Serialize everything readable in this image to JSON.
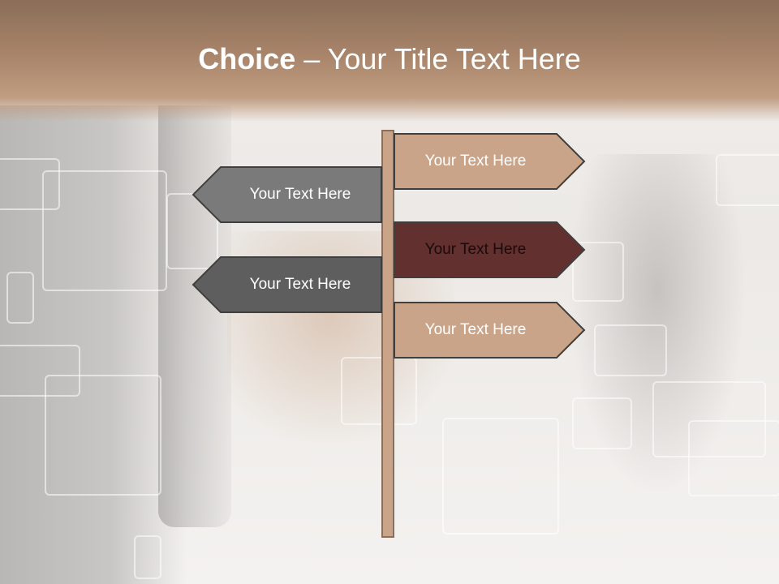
{
  "title": {
    "bold_part": "Choice",
    "rest": " – Your Title Text Here"
  },
  "signs": {
    "right": [
      {
        "label": "Your Text Here",
        "fill": "#c9a488",
        "text_color": "#ffffff"
      },
      {
        "label": "Your Text Here",
        "fill": "#633030",
        "text_color": "#1a0a0a"
      },
      {
        "label": "Your Text Here",
        "fill": "#c9a488",
        "text_color": "#ffffff"
      }
    ],
    "left": [
      {
        "label": "Your Text Here",
        "fill": "#7a7a7a",
        "text_color": "#ffffff"
      },
      {
        "label": "Your Text Here",
        "fill": "#5e5e5e",
        "text_color": "#ffffff"
      }
    ]
  },
  "colors": {
    "header_brown": "#a8846a",
    "sign_outline": "#3f3f3f"
  }
}
